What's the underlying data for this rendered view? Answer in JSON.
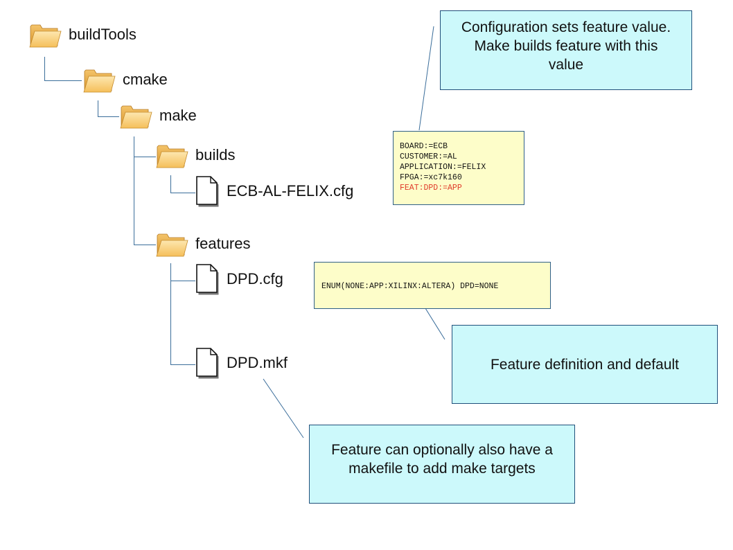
{
  "tree": {
    "root": {
      "label": "buildTools",
      "icon": "folder-icon"
    },
    "cmake": {
      "label": "cmake",
      "icon": "folder-icon"
    },
    "make": {
      "label": "make",
      "icon": "folder-icon"
    },
    "builds": {
      "label": "builds",
      "icon": "folder-icon"
    },
    "builds_file": {
      "label": "ECB-AL-FELIX.cfg",
      "icon": "file-icon"
    },
    "features": {
      "label": "features",
      "icon": "folder-icon"
    },
    "features_cfg": {
      "label": "DPD.cfg",
      "icon": "file-icon"
    },
    "features_mkf": {
      "label": "DPD.mkf",
      "icon": "file-icon"
    }
  },
  "notes": {
    "config": {
      "lines": [
        "Configuration sets feature value.",
        "Make builds feature with this",
        "value"
      ]
    },
    "definition": {
      "text": "Feature definition and default"
    },
    "makefile": {
      "lines": [
        "Feature can optionally also have a",
        "makefile to add make targets"
      ]
    }
  },
  "code": {
    "build_cfg": {
      "lines": [
        "BOARD:=ECB",
        "CUSTOMER:=AL",
        "APPLICATION:=FELIX",
        "FPGA:=xc7k160"
      ],
      "highlight_line": "FEAT:DPD:=APP"
    },
    "feature_cfg": {
      "text": "ENUM(NONE:APP:XILINX:ALTERA) DPD=NONE"
    }
  },
  "colors": {
    "callout_bg": "#ccf9fb",
    "code_bg": "#fdfdc9",
    "line": "#3a6d9a",
    "highlight": "#e03a2a"
  }
}
